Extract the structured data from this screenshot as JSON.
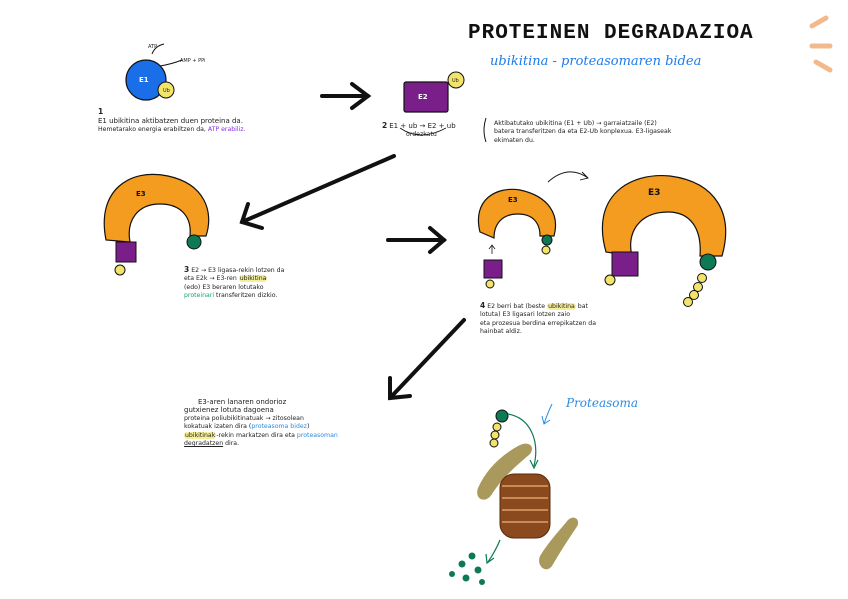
{
  "title": "PROTEINEN DEGRADAZIOA",
  "subtitle": "ubikitina - proteasomaren bidea",
  "steps": {
    "s1": {
      "num": "1",
      "line1": "E1 ubikitina aktibatzen duen proteina da.",
      "line2a": "Hemetarako energia erabiltzen da,",
      "line2b": "ATP erabiliz."
    },
    "s2": {
      "num": "2",
      "eq": "E1 + ub → E2 + ub",
      "under": "ordezkatu",
      "text1": "Aktibatutako ubikitina (E1 + Ub) → garraiatzaile (E2)",
      "text2": "batera transferitzen da eta E2-Ub konplexua. E3-ligaseak",
      "text3": "ekimaten du."
    },
    "s3": {
      "num": "3",
      "line1": "E2 → E3 ligasa-rekin lotzen da",
      "line2a": "eta E2k → E3-ren",
      "line2b": "ubikitina",
      "line3": "(edo) E3 beraren lotutako",
      "line4a": "proteinari",
      "line4b": "transferitzen dizkio."
    },
    "s4": {
      "num": "4",
      "line1a": "E2 berri bat (beste",
      "line1b": "ubikitina",
      "line1c": "bat",
      "line2": "lotuta) E3 ligasari lotzen zaio",
      "line3": "eta prozesua berdina errepikatzen da",
      "line4": "hainbat aldiz."
    },
    "s5": {
      "line1": "E3-aren lanaren ondorioz",
      "line2": "gutxienez lotuta dagoena",
      "line3": "proteina poliubikitinatuak → zitosolean",
      "line4a": "kokatuak izaten dira (",
      "line4b": "proteasoma bidez",
      "line4c": ")",
      "line5a": "ubikitinak",
      "line5b": "-rekin markatzen dira eta",
      "line5c": "proteasoman",
      "line6a": "degradatzen",
      "line6b": "dira."
    }
  },
  "labels": {
    "e1": "E1",
    "e2": "E2",
    "e3": "E3",
    "ub": "Ub",
    "atp": "ATP",
    "amp": "AMP + PPi",
    "proteasoma": "Proteasoma"
  },
  "colors": {
    "e1": "#1a6fe8",
    "e2": "#7a1f8a",
    "e3": "#f39c1f",
    "ub": "#f2e36a",
    "substrate": "#0e7a55",
    "proteasome": "#8b4a1e",
    "cap": "#a49454",
    "arrow": "#111111",
    "accent_blue": "#2b8be0"
  }
}
